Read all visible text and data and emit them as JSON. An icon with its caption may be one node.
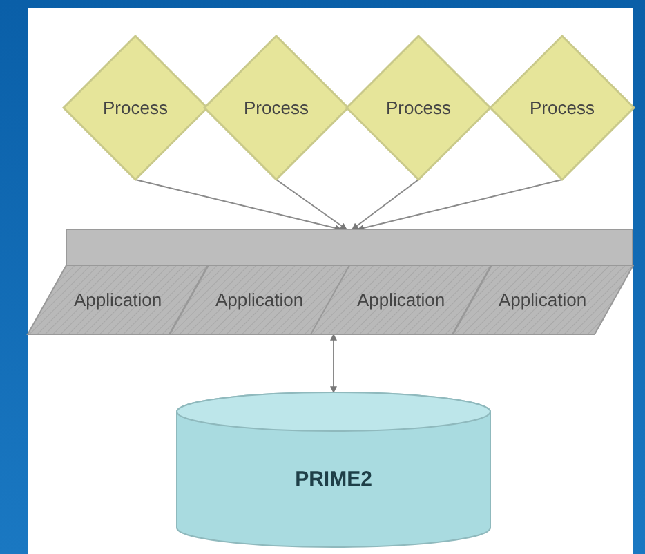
{
  "diagram": {
    "nodes": [
      {
        "text": [
          "Process"
        ]
      },
      {
        "text": [
          "Process"
        ]
      },
      {
        "text": [
          "Process"
        ]
      },
      {
        "text": [
          "Process"
        ]
      },
      {
        "text": [],
        "shape": "bar"
      },
      {
        "text": [
          "Application"
        ]
      },
      {
        "text": [
          "Application"
        ]
      },
      {
        "text": [
          "Application"
        ]
      },
      {
        "text": [
          "Application"
        ]
      },
      {
        "text": [
          "PRIME2"
        ]
      }
    ],
    "edges": [
      {
        "from": 0,
        "to": 4,
        "arrow": "to"
      },
      {
        "from": 1,
        "to": 4,
        "arrow": "to"
      },
      {
        "from": 2,
        "to": 4,
        "arrow": "to"
      },
      {
        "from": 3,
        "to": 4,
        "arrow": "to"
      },
      {
        "from": 7,
        "to": 9,
        "arrow": "both"
      }
    ]
  }
}
